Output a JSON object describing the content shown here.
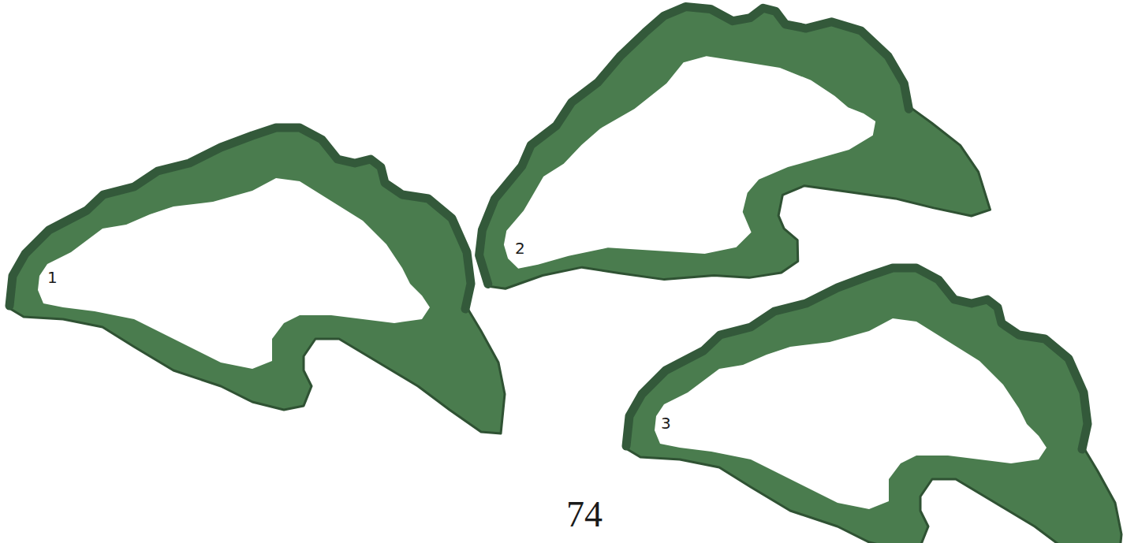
{
  "diagram": {
    "labels": [
      "1",
      "2",
      "3",
      "74"
    ]
  }
}
